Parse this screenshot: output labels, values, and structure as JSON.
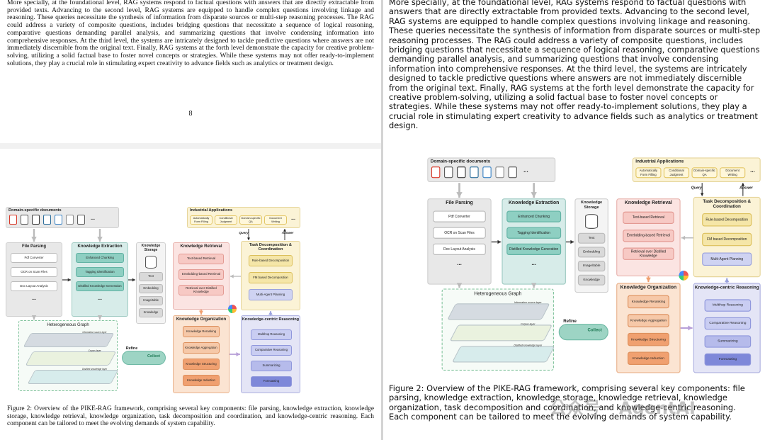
{
  "left": {
    "page8": {
      "paragraph": "More specially, at the foundational level, RAG systems respond to factual questions with answers that are directly extractable from provided texts. Advancing to the second level, RAG systems are equipped to handle complex questions involving linkage and reasoning. These queries necessitate the synthesis of information from disparate sources or multi-step reasoning processes. The RAG could address a variety of composite questions, includes bridging questions that necessitate a sequence of logical reasoning, comparative questions demanding parallel analysis, and summarizing questions that involve condensing information into comprehensive responses. At the third level, the systems are intricately designed to tackle predictive questions where answers are not immediately discernible from the original text. Finally, RAG systems at the forth level demonstrate the capacity for creative problem-solving, utilizing a solid factual base to foster novel concepts or strategies. While these systems may not offer ready-to-implement solutions, they play a crucial role in stimulating expert creativity to advance fields such as analytics or treatment design.",
      "page_number": "8"
    },
    "page9": {
      "caption": "Figure 2: Overview of the PIKE-RAG framework, comprising several key components: file parsing, knowledge extraction, knowledge storage, knowledge retrieval, knowledge organization, task decomposition and coordination, and knowledge-centric reasoning. Each component can be tailored to meet the evolving demands of system capability."
    }
  },
  "right": {
    "paragraph": "More specially, at the foundational level, RAG systems respond to factual questions with answers that are directly extractable from provided texts. Advancing to the second level, RAG systems are equipped to handle complex questions involving linkage and reasoning. These queries necessitate the synthesis of information from disparate sources or multi-step reasoning processes. The RAG could address a variety of composite questions, includes bridging questions that necessitate a sequence of logical reasoning, comparative questions demanding parallel analysis, and summarizing questions that involve condensing information into comprehensive responses. At the third level, the systems are intricately designed to tackle predictive questions where answers are not immediately discernible from the original text. Finally, RAG systems at the forth level demonstrate the capacity for creative problem-solving, utilizing a solid factual base to foster novel concepts or strategies. While these systems may not offer ready-to-implement solutions, they play a crucial role in stimulating expert creativity to advance fields such as analytics or treatment design.",
    "caption": "Figure 2: Overview of the PIKE-RAG framework, comprising several key components: file parsing, knowledge extraction, knowledge storage, knowledge retrieval, knowledge organization, task decomposition and coordination, and knowledge-centric reasoning. Each component can be tailored to meet the evolving demands of system capability.",
    "watermark": "公众号 · AgentAI"
  },
  "figure": {
    "domain_docs": "Domain-specific documents",
    "industrial": "Industrial Applications",
    "apps": [
      "Automatically Form Filling",
      "Conditional Judgment",
      "Domain-specific QA",
      "Document Writing"
    ],
    "apps_more": "...",
    "docs_more": "...",
    "file_parsing": {
      "title": "File Parsing",
      "items": [
        "Pdf Converter",
        "OCR on Scan Files",
        "Doc Layout Analysis"
      ],
      "more": "..."
    },
    "knowledge_extraction": {
      "title": "Knowledge Extraction",
      "items": [
        "Enhanced Chunking",
        "Tagging Identification",
        "Distilled Knowledge Generation"
      ],
      "more": "..."
    },
    "knowledge_storage": {
      "title": "Knowledge Storage",
      "items": [
        "Text",
        "Embedding",
        "Image/table",
        "Knowledge"
      ]
    },
    "knowledge_retrieval": {
      "title": "Knowledge Retrieval",
      "items": [
        "Text-based Retrieval",
        "Emebdding-based Retrieval",
        "Retrieval over Distilled Knowledge"
      ]
    },
    "task_decomposition": {
      "title": "Task Decomposition & Coordination",
      "items": [
        "Rule-based Decomposition",
        "FM based Decomposition",
        "Multi-Agent Planning"
      ]
    },
    "knowledge_organization": {
      "title": "Knowledge Organization",
      "items": [
        "Knowledge Reranking",
        "Knowledge Aggregation",
        "Knowledge Structuring",
        "Knowledge Induction"
      ]
    },
    "knowledge_reasoning": {
      "title": "Knowledge-centric Reasoning",
      "items": [
        "Multihop Reasoning",
        "Comparative Reasoning",
        "Summarizing",
        "Forecasting"
      ]
    },
    "hetero_graph": "Heterogeneous Graph",
    "layers": [
      "Information source layer",
      "Corpus layer",
      "Distilled knowledge layer"
    ],
    "refine": "Refine",
    "collect": "Collect",
    "query": "Query",
    "answer": "Answer"
  }
}
